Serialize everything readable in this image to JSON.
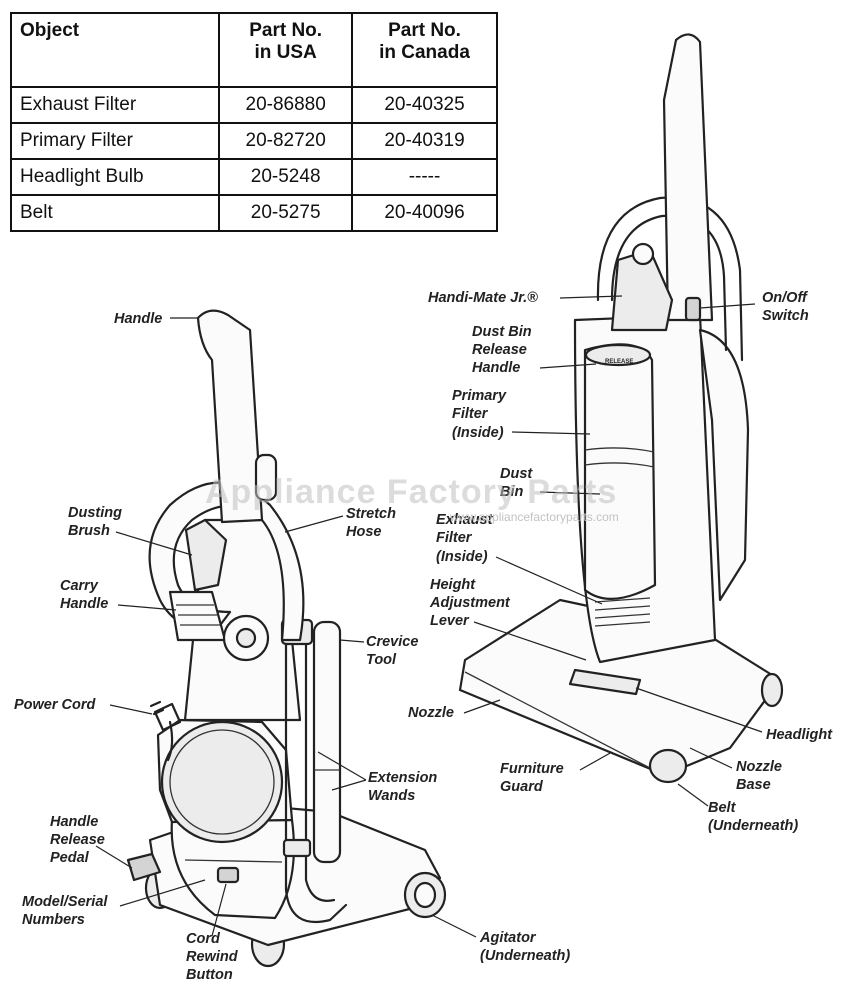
{
  "table": {
    "headers": [
      "Object",
      "Part No.\nin USA",
      "Part No.\nin Canada"
    ],
    "header_lines": [
      [
        "Object"
      ],
      [
        "Part No.",
        "in USA"
      ],
      [
        "Part No.",
        "in Canada"
      ]
    ],
    "rows": [
      [
        "Exhaust Filter",
        "20-86880",
        "20-40325"
      ],
      [
        "Primary Filter",
        "20-82720",
        "20-40319"
      ],
      [
        "Headlight Bulb",
        "20-5248",
        "-----"
      ],
      [
        "Belt",
        "20-5275",
        "20-40096"
      ]
    ]
  },
  "watermark": {
    "text": "Appliance Factory Parts",
    "url": "www.appliancefactoryparts.com"
  },
  "labels": {
    "handle": [
      "Handle"
    ],
    "dusting_brush": [
      "Dusting",
      "Brush"
    ],
    "carry_handle": [
      "Carry",
      "Handle"
    ],
    "power_cord": [
      "Power Cord"
    ],
    "handle_release_pedal": [
      "Handle",
      "Release",
      "Pedal"
    ],
    "model_serial": [
      "Model/Serial",
      "Numbers"
    ],
    "cord_rewind": [
      "Cord",
      "Rewind",
      "Button"
    ],
    "stretch_hose": [
      "Stretch",
      "Hose"
    ],
    "crevice_tool": [
      "Crevice",
      "Tool"
    ],
    "extension_wands": [
      "Extension",
      "Wands"
    ],
    "agitator": [
      "Agitator",
      "(Underneath)"
    ],
    "handi_mate": [
      "Handi-Mate Jr.®"
    ],
    "on_off_switch": [
      "On/Off",
      "Switch"
    ],
    "dust_bin_release": [
      "Dust Bin",
      "Release",
      "Handle"
    ],
    "primary_filter": [
      "Primary",
      "Filter",
      "(Inside)"
    ],
    "dust_bin": [
      "Dust",
      "Bin"
    ],
    "exhaust_filter": [
      "Exhaust",
      "Filter",
      "(Inside)"
    ],
    "height_adjust": [
      "Height",
      "Adjustment",
      "Lever"
    ],
    "nozzle": [
      "Nozzle"
    ],
    "headlight": [
      "Headlight"
    ],
    "furniture_guard": [
      "Furniture",
      "Guard"
    ],
    "nozzle_base": [
      "Nozzle",
      "Base"
    ],
    "belt": [
      "Belt",
      "(Underneath)"
    ]
  },
  "release_text": "RELEASE"
}
